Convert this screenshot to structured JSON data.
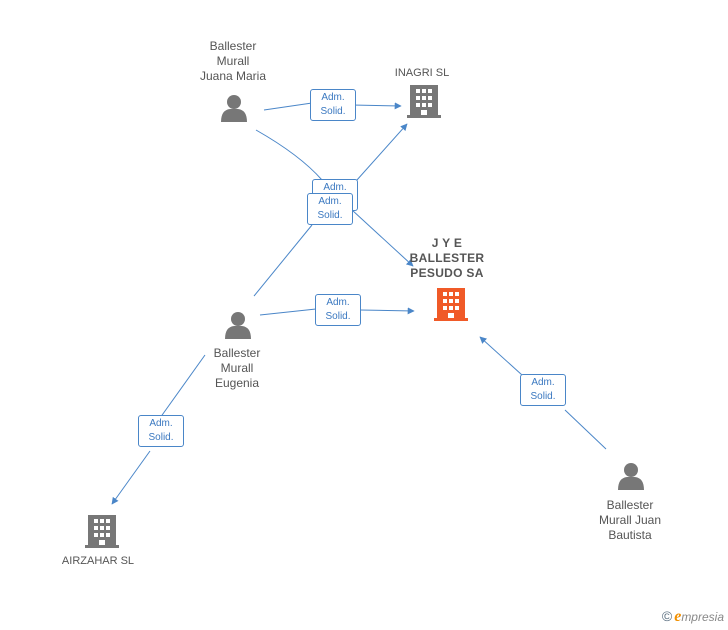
{
  "nodes": {
    "person_juana": {
      "lines": [
        "Ballester",
        "Murall",
        "Juana Maria"
      ]
    },
    "person_eugenia": {
      "lines": [
        "Ballester",
        "Murall",
        "Eugenia"
      ]
    },
    "person_juan": {
      "lines": [
        "Ballester",
        "Murall Juan",
        "Bautista"
      ]
    },
    "company_inagri": {
      "name": "INAGRI SL"
    },
    "company_airzahar": {
      "name": "AIRZAHAR SL"
    },
    "company_main": {
      "lines": [
        "J Y E",
        "BALLESTER",
        "PESUDO SA"
      ]
    }
  },
  "edge_label": {
    "line1": "Adm.",
    "line2": "Solid."
  },
  "colors": {
    "edge": "#4a86c8",
    "person": "#777777",
    "company": "#777777",
    "main_company": "#f05a28"
  },
  "footer": {
    "copyright": "©",
    "brand_initial": "e",
    "brand_rest": "mpresia"
  }
}
